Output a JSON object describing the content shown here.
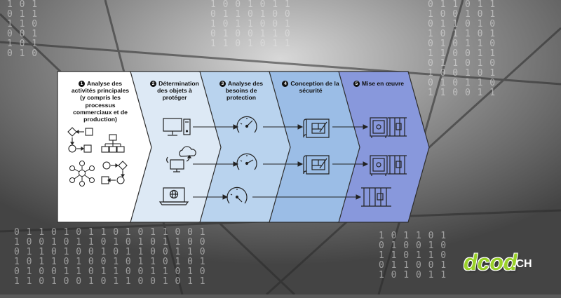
{
  "steps": [
    {
      "number": "1",
      "title": "Analyse des activités principales (y compris les processus commerciaux et de production)"
    },
    {
      "number": "2",
      "title": "Détermination des objets à protéger"
    },
    {
      "number": "3",
      "title": "Analyse des besoins de protection"
    },
    {
      "number": "4",
      "title": "Conception de la sécurité"
    },
    {
      "number": "5",
      "title": "Mise en œuvre"
    }
  ],
  "logo": {
    "text": "dcod",
    "suffix": ".CH"
  },
  "colors": {
    "step1": "#ffffff",
    "step2": "#dde9f5",
    "step3": "#b9d3ee",
    "step4": "#9bbde6",
    "step5": "#8898dc",
    "logo": "#9ad12a"
  }
}
